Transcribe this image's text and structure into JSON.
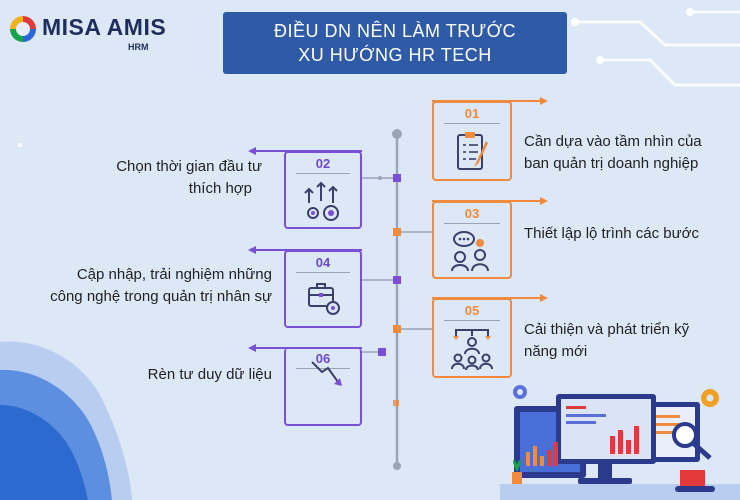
{
  "brand": {
    "name": "MISA AMIS",
    "sub": "HRM"
  },
  "title": {
    "line1": "ĐIỀU DN NÊN LÀM TRƯỚC",
    "line2": "XU HƯỚNG HR TECH"
  },
  "steps": [
    {
      "number": "01",
      "text_line1": "Cần dựa vào tầm nhìn của",
      "text_line2": "ban quản trị doanh nghiệp",
      "color": "#f08a3c"
    },
    {
      "number": "02",
      "text_line1": "Chọn thời gian đầu tư",
      "text_line2": "thích hợp",
      "color": "#7a4fd6"
    },
    {
      "number": "03",
      "text_line1": "Thiết lập lộ trình các bước",
      "text_line2": "",
      "color": "#f08a3c"
    },
    {
      "number": "04",
      "text_line1": "Cập nhập, trải nghiệm những",
      "text_line2": "công nghệ trong quản trị nhân sự",
      "color": "#7a4fd6"
    },
    {
      "number": "05",
      "text_line1": "Cải thiện và phát triển kỹ",
      "text_line2": "năng mới",
      "color": "#f08a3c"
    },
    {
      "number": "06",
      "text_line1": "Rèn tư duy dữ liệu",
      "text_line2": "",
      "color": "#7a4fd6"
    }
  ],
  "icons": {
    "step01": "checklist-icon",
    "step02": "growth-gears-icon",
    "step03": "team-chat-icon",
    "step04": "briefcase-gear-icon",
    "step05": "team-hierarchy-icon",
    "step06": "decline-chart-icon"
  }
}
